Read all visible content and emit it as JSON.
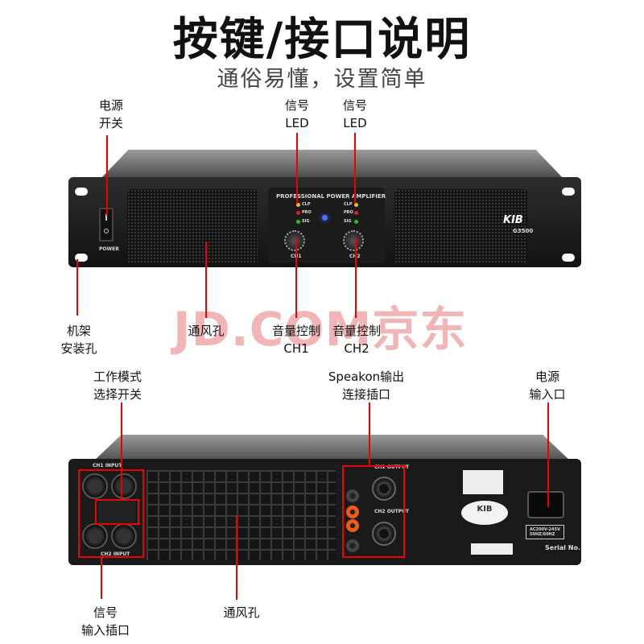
{
  "header": {
    "title": "按键/接口说明",
    "subtitle": "通俗易懂，设置简单"
  },
  "watermark": "JD.COM京东",
  "front": {
    "panel_title": "PROFESSIONAL POWER AMPLIFIER",
    "power_label": "POWER",
    "brand": "KIB",
    "model": "G3500",
    "led_labels": [
      "CLP",
      "PRO",
      "SIG"
    ],
    "ch1": "CH1",
    "ch2": "CH2",
    "callouts": {
      "power_switch": [
        "电源",
        "开关"
      ],
      "signal_led_1": [
        "信号",
        "LED"
      ],
      "signal_led_2": [
        "信号",
        "LED"
      ],
      "rack_mount": [
        "机架",
        "安装孔"
      ],
      "vent": "通风孔",
      "volume_ch1": [
        "音量控制",
        "CH1"
      ],
      "volume_ch2": [
        "音量控制",
        "CH2"
      ]
    }
  },
  "rear": {
    "ch1_input": "CH1 INPUT",
    "ch2_input": "CH2 INPUT",
    "ch1_output": "CH1 OUTPUT",
    "ch2_output": "CH2 OUTPUT",
    "voltage": [
      "AC200V-245V",
      "50HZ/60HZ"
    ],
    "serial": "Serial No.",
    "sticker_brand": "KIB",
    "callouts": {
      "mode_switch": [
        "工作模式",
        "选择开关"
      ],
      "speakon": [
        "Speakon输出",
        "连接插口"
      ],
      "power_input": [
        "电源",
        "输入口"
      ],
      "signal_input": [
        "信号",
        "输入插口"
      ],
      "vent": "通风孔"
    }
  },
  "colors": {
    "callout": "#e00000",
    "led_clip": "#f0c020",
    "led_pro": "#e02020",
    "led_sig": "#20c020",
    "power_led": "#3060ff"
  }
}
